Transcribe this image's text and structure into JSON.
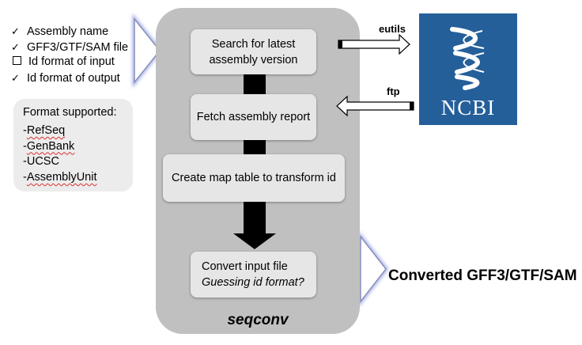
{
  "inputs": {
    "items": [
      {
        "marker": "check",
        "label": "Assembly name"
      },
      {
        "marker": "check",
        "label": "GFF3/GTF/SAM file"
      },
      {
        "marker": "box",
        "label": "Id format of input"
      },
      {
        "marker": "check",
        "label": "Id format of output"
      }
    ]
  },
  "formats": {
    "title": "Format supported:",
    "items": [
      "RefSeq",
      "GenBank",
      "UCSC",
      "AssemblyUnit"
    ]
  },
  "tool": {
    "name": "seqconv",
    "steps": [
      {
        "line1": "Search for latest",
        "line2": "assembly version"
      },
      {
        "line1": "Fetch assembly report"
      },
      {
        "line1": "Create map table to transform id"
      },
      {
        "line1": "Convert input file",
        "line2": "Guessing id format?"
      }
    ]
  },
  "ncbi": {
    "name": "NCBI",
    "request_label": "eutils",
    "response_label": "ftp"
  },
  "output": {
    "label": "Converted GFF3/GTF/SAM"
  },
  "colors": {
    "ncbi_blue": "#245f9a",
    "panel_gray": "#c0c0c0",
    "step_gray": "#e6e6e6",
    "chevron_glow": "#5b6fd6"
  }
}
